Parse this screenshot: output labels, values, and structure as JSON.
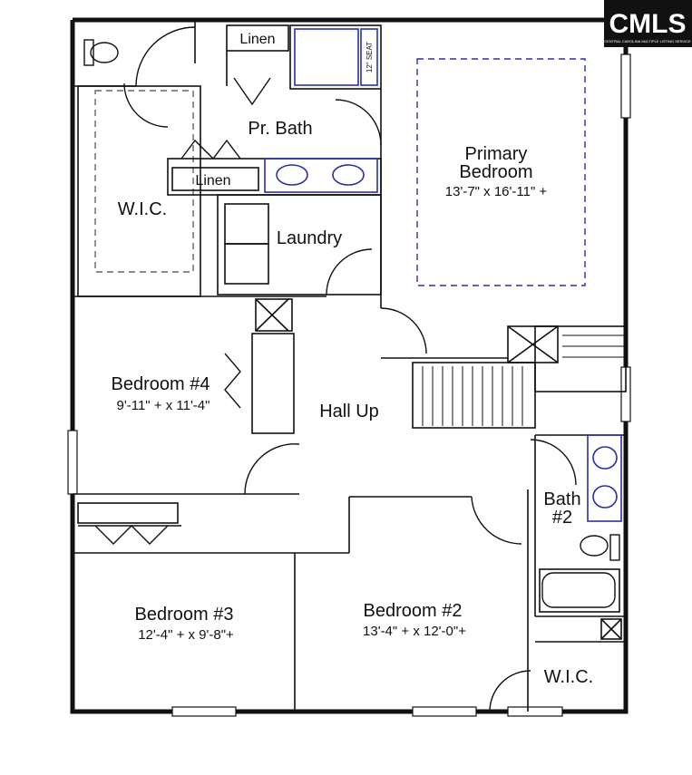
{
  "colors": {
    "wall": "#111111",
    "fixture_blue": "#2b2fa8",
    "logo_bg": "#111111",
    "logo_fg": "#ffffff"
  },
  "logo": {
    "text": "CMLS",
    "subtext": "CENTRAL CAROLINA MULTIPLE LISTING SERVICE"
  },
  "rooms": {
    "primary_bedroom": {
      "line1": "Primary",
      "line2": "Bedroom",
      "dims": "13'-7\" x 16'-11\" +"
    },
    "pr_bath": {
      "label": "Pr. Bath"
    },
    "linen_top": {
      "label": "Linen"
    },
    "linen_mid": {
      "label": "Linen"
    },
    "seat": {
      "label": "12\" SEAT"
    },
    "wic_left": {
      "label": "W.I.C."
    },
    "laundry": {
      "label": "Laundry"
    },
    "bedroom4": {
      "label": "Bedroom #4",
      "dims": "9'-11\" + x 11'-4\""
    },
    "hall": {
      "label": "Hall Up"
    },
    "bath2": {
      "line1": "Bath",
      "line2": "#2"
    },
    "bedroom3": {
      "label": "Bedroom #3",
      "dims": "12'-4\" + x 9'-8\"+"
    },
    "bedroom2": {
      "label": "Bedroom #2",
      "dims": "13'-4\" + x 12'-0\"+"
    },
    "wic_right": {
      "label": "W.I.C."
    }
  }
}
